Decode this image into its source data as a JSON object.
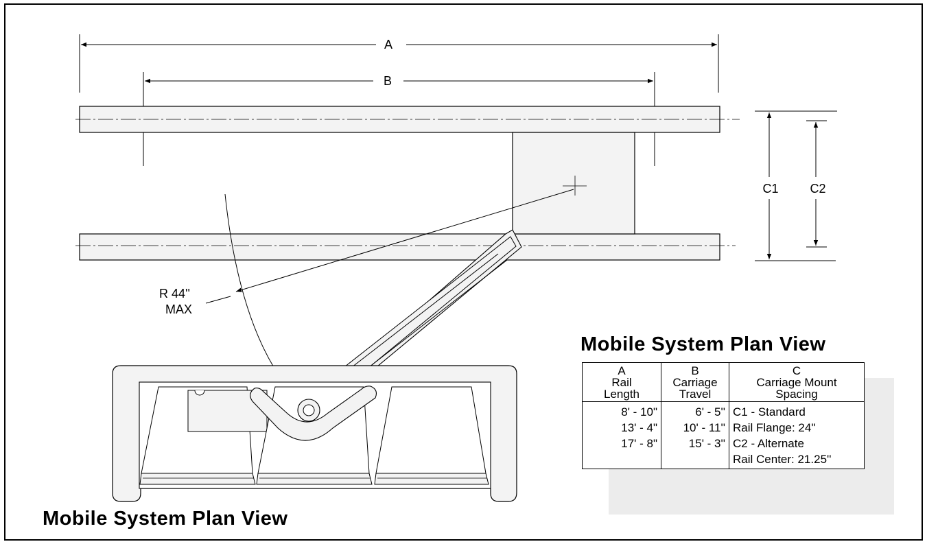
{
  "labels": {
    "dim_a": "A",
    "dim_b": "B",
    "dim_c1": "C1",
    "dim_c2": "C2",
    "radius_line1": "R  44''",
    "radius_line2": "MAX"
  },
  "diagram_title": "Mobile  System  Plan  View",
  "table": {
    "title": "Mobile  System  Plan  View",
    "headers": [
      [
        "A",
        "Rail",
        "Length"
      ],
      [
        "B",
        "Carriage",
        "Travel"
      ],
      [
        "C",
        "Carriage Mount",
        "Spacing"
      ]
    ],
    "col_a": [
      "8' - 10\"",
      "13' -  4\"",
      "17' -  8\""
    ],
    "col_b": [
      "6' -  5''",
      "10' - 11''",
      "15' -  3''"
    ],
    "col_c": [
      "C1 - Standard",
      "Rail Flange: 24''",
      "C2 - Alternate",
      "Rail Center: 21.25''"
    ]
  }
}
